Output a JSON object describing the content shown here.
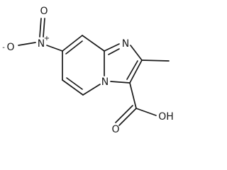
{
  "molecule": {
    "atoms": {
      "nitro_o_left": "O",
      "nitro_o_left_charge": "-",
      "nitro_n": "N",
      "nitro_n_charge": "+",
      "nitro_o_top": "O",
      "imidazole_n": "N",
      "bridge_n": "N",
      "carbonyl_o": "O",
      "hydroxyl": "OH"
    },
    "line_color": "#1a1a1a"
  }
}
